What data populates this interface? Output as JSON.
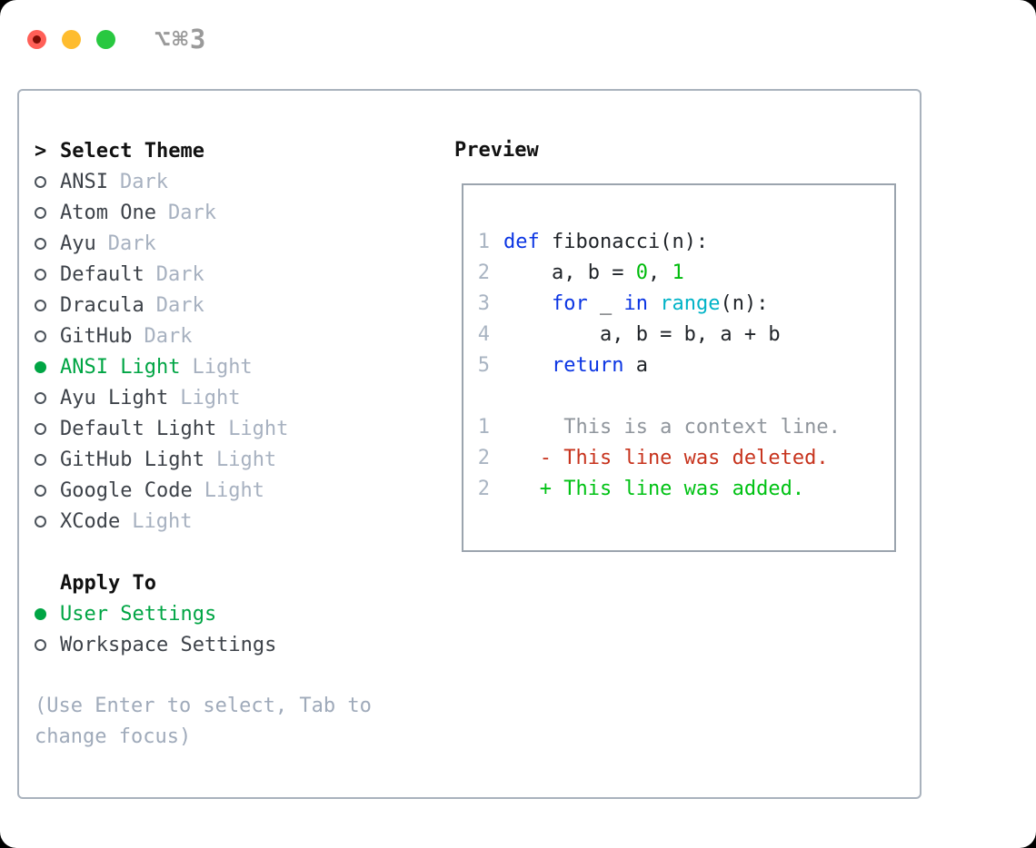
{
  "titlebar": {
    "shortcut": "⌥⌘3",
    "traffic_lights": [
      "close-light",
      "minimize-light",
      "zoom-light"
    ]
  },
  "colors": {
    "selection_green": "#00a544",
    "added_green": "#00c214",
    "deleted_red": "#c7331d",
    "keyword_blue": "#0b35e3",
    "builtin_cyan": "#00b3c7",
    "number_green": "#00bb0c",
    "muted_gray": "#a7b1c0",
    "traffic_red": "#ff5f57",
    "traffic_yellow": "#febc2e",
    "traffic_green": "#28c840",
    "panel_border": "#a9b2bd"
  },
  "theme_picker": {
    "heading_marker": ">",
    "heading": "Select Theme",
    "items": [
      {
        "name": "ANSI",
        "variant": "Dark",
        "selected": false
      },
      {
        "name": "Atom One",
        "variant": "Dark",
        "selected": false
      },
      {
        "name": "Ayu",
        "variant": "Dark",
        "selected": false
      },
      {
        "name": "Default",
        "variant": "Dark",
        "selected": false
      },
      {
        "name": "Dracula",
        "variant": "Dark",
        "selected": false
      },
      {
        "name": "GitHub",
        "variant": "Dark",
        "selected": false
      },
      {
        "name": "ANSI Light",
        "variant": "Light",
        "selected": true
      },
      {
        "name": "Ayu Light",
        "variant": "Light",
        "selected": false
      },
      {
        "name": "Default Light",
        "variant": "Light",
        "selected": false
      },
      {
        "name": "GitHub Light",
        "variant": "Light",
        "selected": false
      },
      {
        "name": "Google Code",
        "variant": "Light",
        "selected": false
      },
      {
        "name": "XCode",
        "variant": "Light",
        "selected": false
      }
    ],
    "apply_to": {
      "heading": "Apply To",
      "options": [
        {
          "label": "User Settings",
          "selected": true
        },
        {
          "label": "Workspace Settings",
          "selected": false
        }
      ]
    },
    "hint_lines": [
      "(Use Enter to select, Tab to",
      "change focus)"
    ]
  },
  "preview": {
    "heading": "Preview",
    "lines": [
      {
        "num": "1",
        "segments": [
          {
            "text": "def",
            "color": "keyword"
          },
          {
            "text": " fibonacci(n):",
            "color": "plain"
          }
        ]
      },
      {
        "num": "2",
        "segments": [
          {
            "text": "    a, b = ",
            "color": "plain"
          },
          {
            "text": "0",
            "color": "number"
          },
          {
            "text": ", ",
            "color": "plain"
          },
          {
            "text": "1",
            "color": "number"
          }
        ]
      },
      {
        "num": "3",
        "segments": [
          {
            "text": "    ",
            "color": "plain"
          },
          {
            "text": "for",
            "color": "keyword"
          },
          {
            "text": " _ ",
            "color": "plain"
          },
          {
            "text": "in",
            "color": "keyword"
          },
          {
            "text": " ",
            "color": "plain"
          },
          {
            "text": "range",
            "color": "builtin"
          },
          {
            "text": "(n):",
            "color": "plain"
          }
        ]
      },
      {
        "num": "4",
        "segments": [
          {
            "text": "        a, b = b, a + b",
            "color": "plain"
          }
        ]
      },
      {
        "num": "5",
        "segments": [
          {
            "text": "    ",
            "color": "plain"
          },
          {
            "text": "return",
            "color": "keyword"
          },
          {
            "text": " a",
            "color": "plain"
          }
        ]
      },
      {
        "blank": true
      },
      {
        "num": "1",
        "segments": [
          {
            "text": "     This is a context line.",
            "color": "context"
          }
        ]
      },
      {
        "num": "2",
        "segments": [
          {
            "text": "   - This line was deleted.",
            "color": "deleted"
          }
        ]
      },
      {
        "num": "2",
        "segments": [
          {
            "text": "   + This line was added.",
            "color": "added"
          }
        ]
      }
    ]
  }
}
